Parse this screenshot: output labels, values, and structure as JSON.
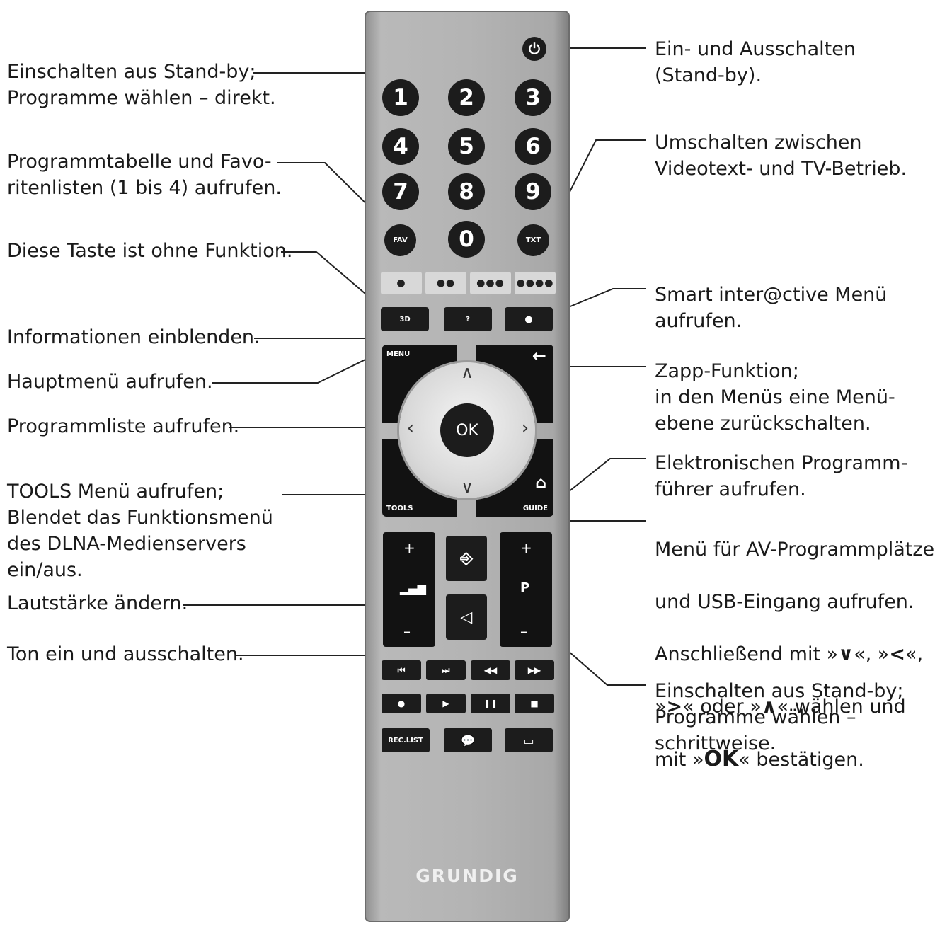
{
  "left_labels": {
    "standby_direct": "Einschalten aus Stand-by;\nProgramme wählen – direkt.",
    "favorites": "Programmtabelle  und  Favo-\nritenlisten (1 bis 4) aufrufen.",
    "no_function": "Diese Taste ist ohne Funktion.",
    "info": "Informationen einblenden.",
    "main_menu": "Hauptmenü aufrufen.",
    "program_list": "Programmliste aufrufen.",
    "tools": "TOOLS Menü aufrufen;\nBlendet das Funktionsmenü\ndes DLNA-Medienservers\nein/aus.",
    "volume": "Lautstärke ändern.",
    "mute": "Ton ein und ausschalten."
  },
  "right_labels": {
    "power": "Ein- und Ausschalten\n(Stand-by).",
    "teletext": "Umschalten zwischen\nVideotext- und TV-Betrieb.",
    "smart": "Smart inter@ctive Menü\naufrufen.",
    "zapp": " Zapp-Funktion;\nin den Menüs eine Menü-\nebene zurückschalten.",
    "epg": "Elektronischen Programm-\nführer aufrufen.",
    "av_line1": " Menü für AV-Programmplätze",
    "av_line2": "und USB-Eingang aufrufen.",
    "av_line3_a": "Anschließend mit »",
    "av_line3_b": "«, »",
    "av_line3_c": "«,",
    "av_line4_a": "»",
    "av_line4_b": "« oder »",
    "av_line4_c": "« wählen und",
    "av_line5_a": "mit »",
    "av_ok": "OK",
    "av_line5_b": "« bestätigen.",
    "standby_step": "Einschalten aus Stand-by;\nProgramme wählen –\nschrittweise."
  },
  "remote": {
    "digits": [
      "1",
      "2",
      "3",
      "4",
      "5",
      "6",
      "7",
      "8",
      "9",
      "0"
    ],
    "fav": "FAV",
    "txt": "TXT",
    "color_dots": [
      "●",
      "●●",
      "●●●",
      "●●●●"
    ],
    "btn_3d": "3D",
    "btn_info": "?",
    "menu": "MENU",
    "tools": "TOOLS",
    "guide": "GUIDE",
    "ok": "OK",
    "plus": "+",
    "minus": "–",
    "p": "P",
    "reclist": "REC.LIST",
    "brand": "GRUNDIG"
  },
  "colors": {
    "accent": "#1c1c1c",
    "body": "#b4b4b4",
    "line": "#222222"
  }
}
